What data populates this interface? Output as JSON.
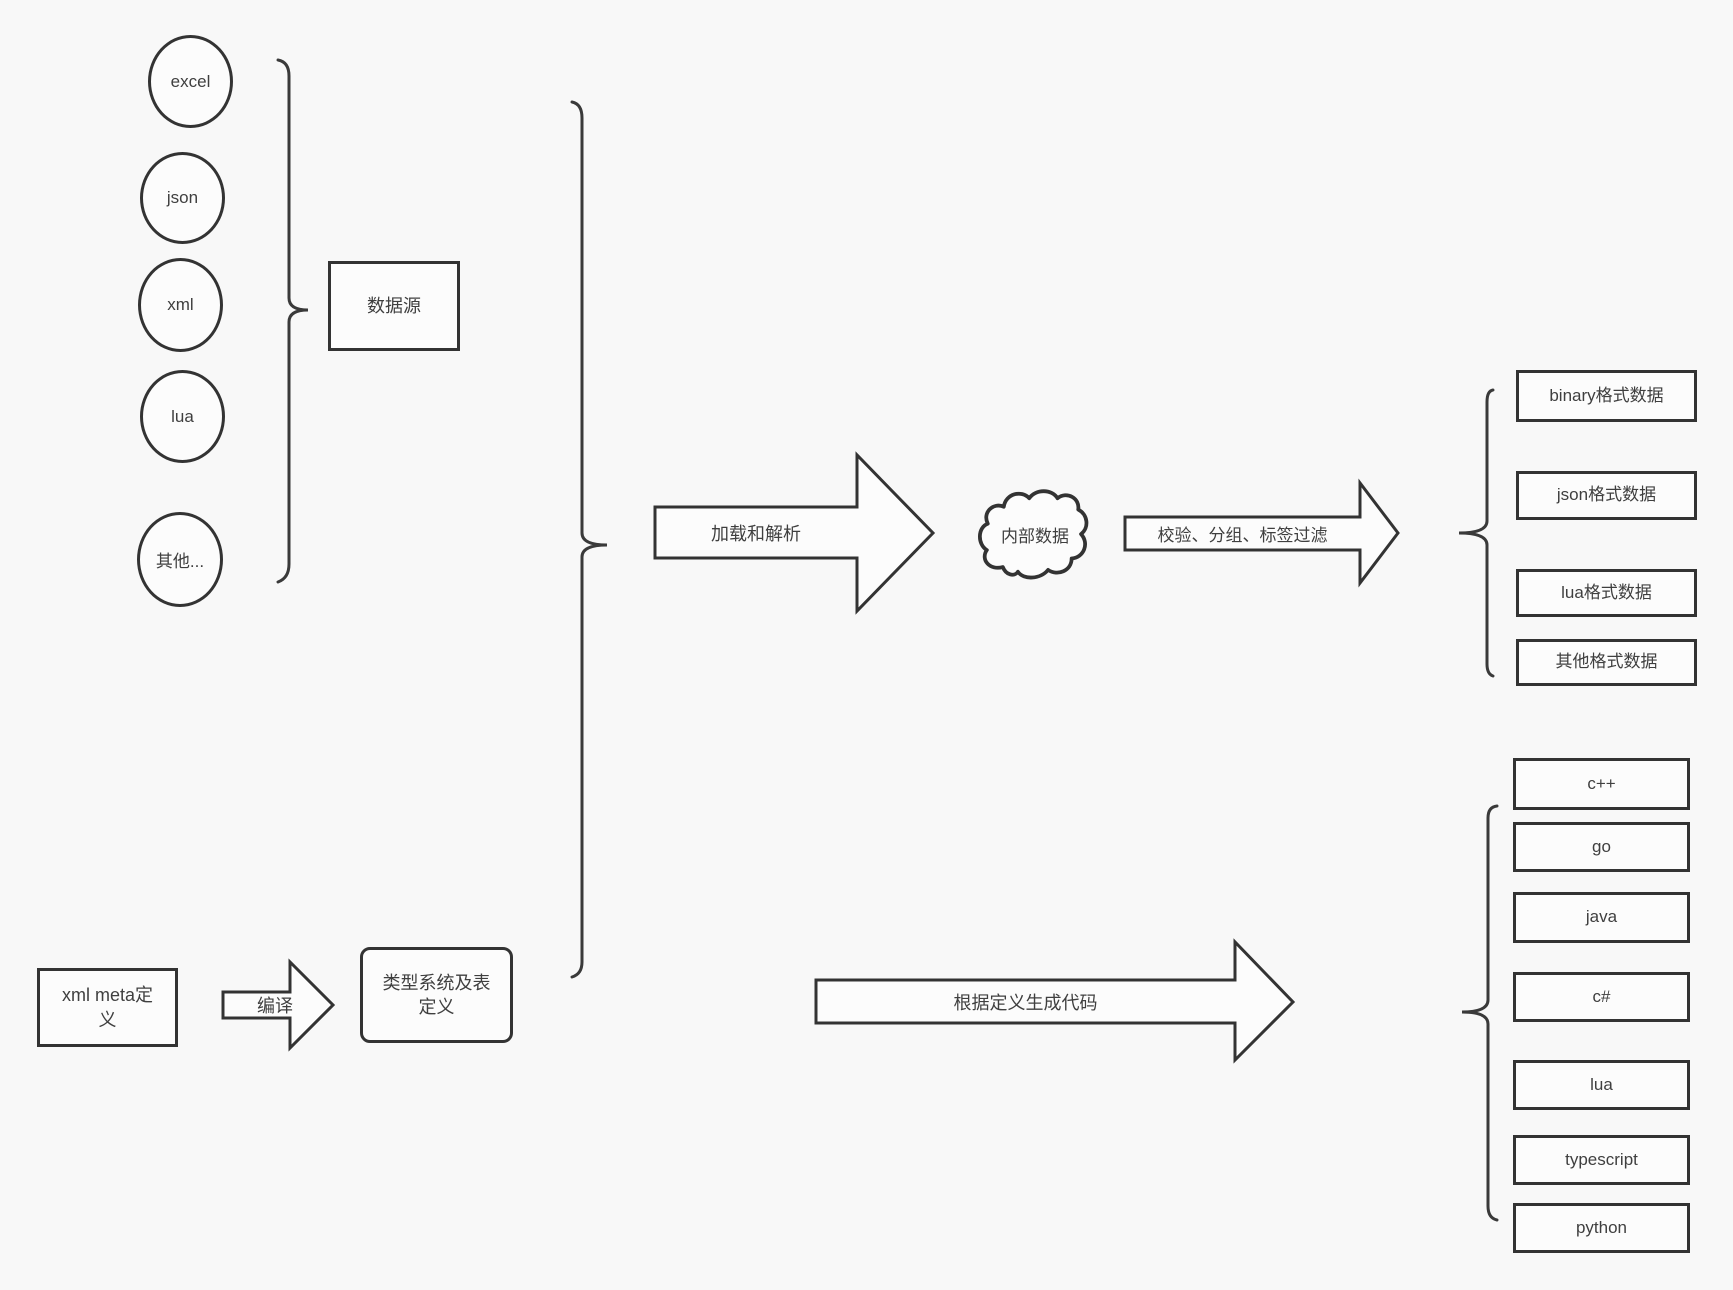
{
  "canvas": {
    "background": "#f8f8f8",
    "stroke_color": "#333333",
    "text_color": "#3d3d3d"
  },
  "source_nodes": [
    {
      "label": "excel"
    },
    {
      "label": "json"
    },
    {
      "label": "xml"
    },
    {
      "label": "lua"
    },
    {
      "label": "其他..."
    }
  ],
  "source_group": {
    "label": "数据源"
  },
  "pipeline": {
    "load_parse_arrow_label": "加载和解析",
    "internal_data_label": "内部数据",
    "filter_arrow_label": "校验、分组、标签过滤",
    "codegen_arrow_label": "根据定义生成代码",
    "compile_arrow_label": "编译"
  },
  "definitions": {
    "xml_meta_label": "xml meta定义",
    "type_system_label": "类型系统及表定义"
  },
  "format_outputs": [
    {
      "label": "binary格式数据"
    },
    {
      "label": "json格式数据"
    },
    {
      "label": "lua格式数据"
    },
    {
      "label": "其他格式数据"
    }
  ],
  "code_targets": [
    {
      "label": "c++"
    },
    {
      "label": "go"
    },
    {
      "label": "java"
    },
    {
      "label": "c#"
    },
    {
      "label": "lua"
    },
    {
      "label": "typescript"
    },
    {
      "label": "python"
    }
  ]
}
